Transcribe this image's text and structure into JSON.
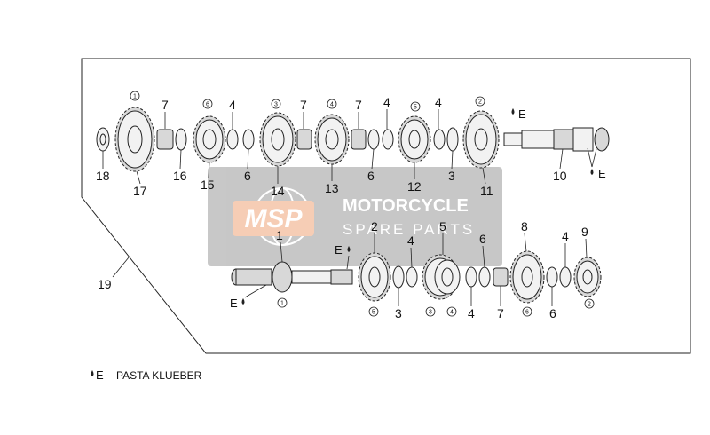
{
  "labels": {
    "n1": "1",
    "n2": "2",
    "n3": "3",
    "n4": "4",
    "n5": "5",
    "n6": "6",
    "n7": "7",
    "n8": "8",
    "n9": "9",
    "n10": "10",
    "n11": "11",
    "n12": "12",
    "n13": "13",
    "n14": "14",
    "n15": "15",
    "n16": "16",
    "n17": "17",
    "n18": "18",
    "n19": "19"
  },
  "gear_marks": {
    "g1": "1",
    "g2": "2",
    "g3": "3",
    "g4": "4",
    "g5": "5",
    "g6": "6"
  },
  "e_marker": "E",
  "legend": {
    "symbol": "E",
    "text": "PASTA KLUEBER"
  },
  "watermark": {
    "logo": "MSP",
    "line1": "MOTORCYCLE",
    "line2": "SPARE PARTS"
  }
}
